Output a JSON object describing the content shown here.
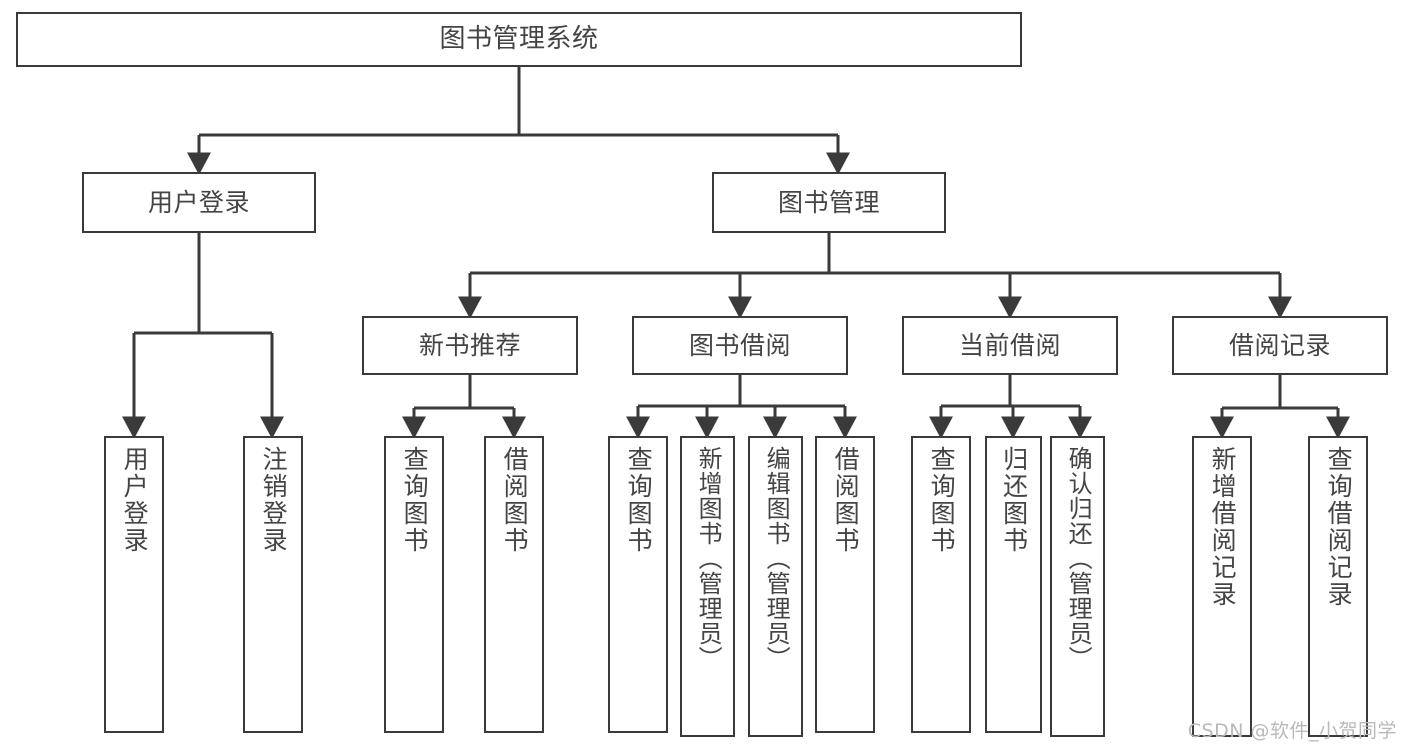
{
  "diagram": {
    "title": "图书管理系统",
    "watermark": "CSDN @软件_小贺同学",
    "stroke_color": "#3a3a3a",
    "text_color": "#444444",
    "background_color": "#ffffff",
    "nodes": {
      "root": {
        "label": "图书管理系统"
      },
      "level2": [
        {
          "label": "用户登录"
        },
        {
          "label": "图书管理"
        }
      ],
      "level3": [
        {
          "label": "新书推荐"
        },
        {
          "label": "图书借阅"
        },
        {
          "label": "当前借阅"
        },
        {
          "label": "借阅记录"
        }
      ],
      "leaves": {
        "user_login": [
          {
            "label": "用户登录"
          },
          {
            "label": "注销登录"
          }
        ],
        "new_book_recommend": [
          {
            "label": "查询图书"
          },
          {
            "label": "借阅图书"
          }
        ],
        "book_borrow": [
          {
            "label": "查询图书"
          },
          {
            "label": "新增图书（管理员）"
          },
          {
            "label": "编辑图书（管理员）"
          },
          {
            "label": "借阅图书"
          }
        ],
        "current_borrow": [
          {
            "label": "查询图书"
          },
          {
            "label": "归还图书"
          },
          {
            "label": "确认归还（管理员）"
          }
        ],
        "borrow_record": [
          {
            "label": "新增借阅记录"
          },
          {
            "label": "查询借阅记录"
          }
        ]
      }
    }
  }
}
